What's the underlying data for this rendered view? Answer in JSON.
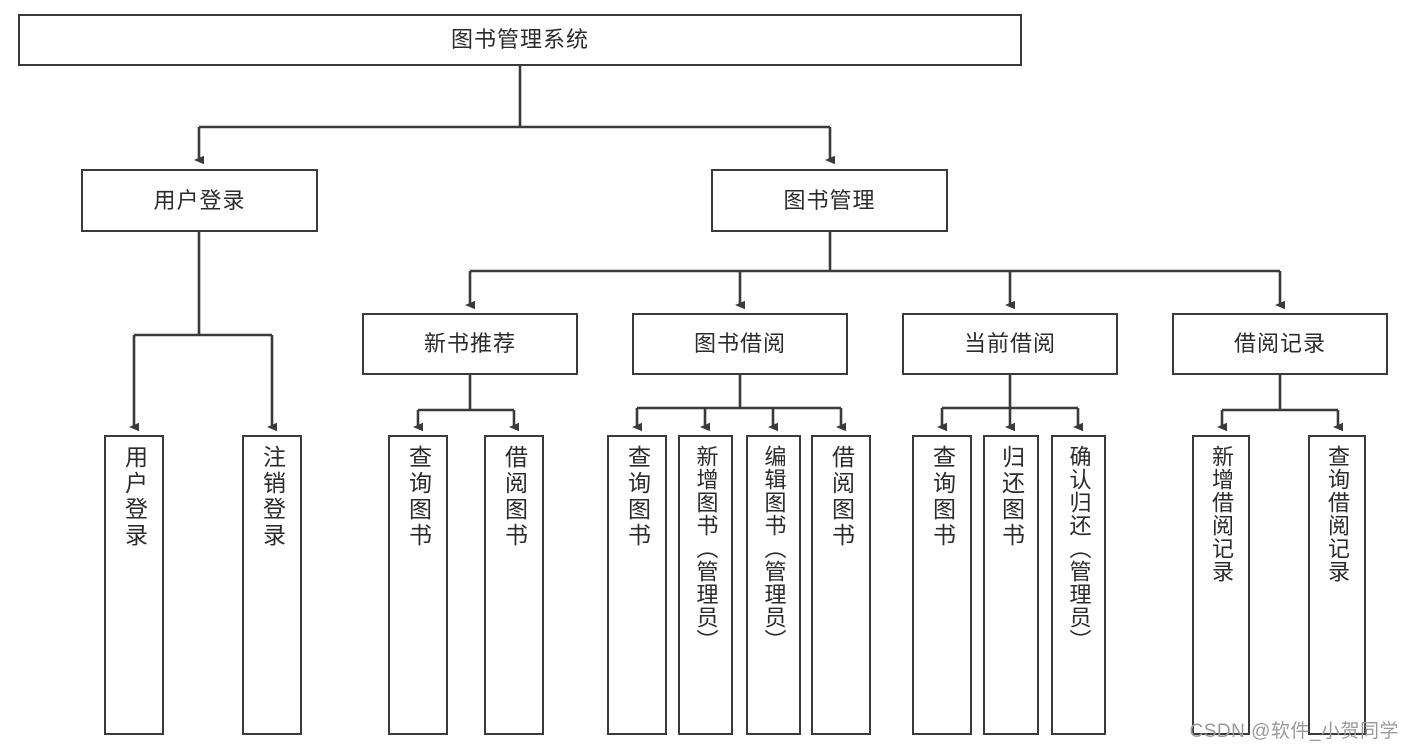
{
  "diagram": {
    "title": "图书管理系统",
    "type": "hierarchy-tree",
    "watermark": "CSDN @软件_小贺同学",
    "colors": {
      "stroke": "#3a3a3a",
      "fill": "#ffffff",
      "text": "#2b2b2b",
      "watermark": "#9a9a9a"
    },
    "levels": {
      "root": {
        "label": "图书管理系统"
      },
      "level2": [
        {
          "label": "用户登录"
        },
        {
          "label": "图书管理"
        }
      ],
      "level3": [
        {
          "label": "新书推荐"
        },
        {
          "label": "图书借阅"
        },
        {
          "label": "当前借阅"
        },
        {
          "label": "借阅记录"
        }
      ],
      "leaves": {
        "user_login": [
          {
            "label": "用户登录"
          },
          {
            "label": "注销登录"
          }
        ],
        "new_book_recommend": [
          {
            "label": "查询图书"
          },
          {
            "label": "借阅图书"
          }
        ],
        "book_borrow": [
          {
            "label": "查询图书"
          },
          {
            "label": "新增图书（管理员）"
          },
          {
            "label": "编辑图书（管理员）"
          },
          {
            "label": "借阅图书"
          }
        ],
        "current_borrow": [
          {
            "label": "查询图书"
          },
          {
            "label": "归还图书"
          },
          {
            "label": "确认归还（管理员）"
          }
        ],
        "borrow_record": [
          {
            "label": "新增借阅记录"
          },
          {
            "label": "查询借阅记录"
          }
        ]
      }
    }
  }
}
